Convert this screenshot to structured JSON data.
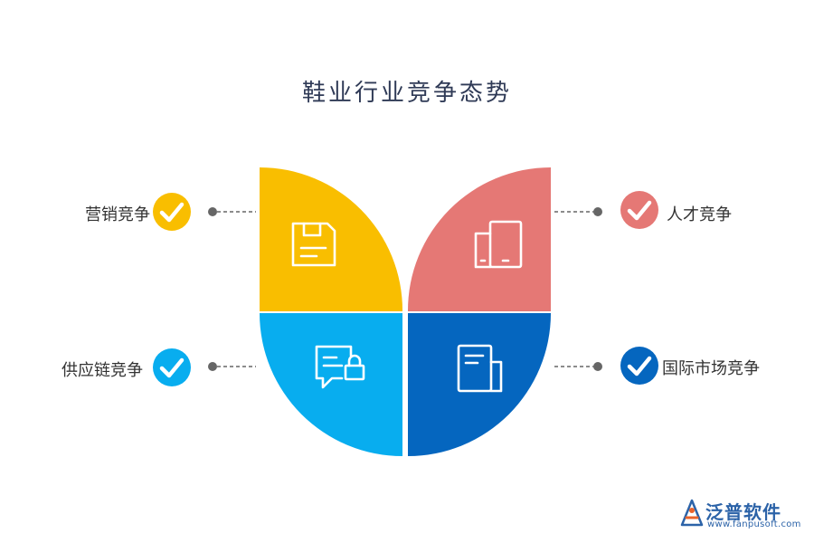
{
  "title": "鞋业行业竞争态势",
  "colors": {
    "yellow": "#F9BE00",
    "red": "#E57875",
    "light_blue": "#08ADEF",
    "dark_blue": "#0566BF",
    "connector": "#666666"
  },
  "items": [
    {
      "label": "营销竞争",
      "color": "#F9BE00",
      "icon": "save-icon"
    },
    {
      "label": "人才竞争",
      "color": "#E57875",
      "icon": "tablet-icon"
    },
    {
      "label": "供应链竞争",
      "color": "#08ADEF",
      "icon": "chat-lock-icon"
    },
    {
      "label": "国际市场竞争",
      "color": "#0566BF",
      "icon": "document-icon"
    }
  ],
  "logo": {
    "name": "泛普软件",
    "url": "www.fanpusoft.com"
  }
}
